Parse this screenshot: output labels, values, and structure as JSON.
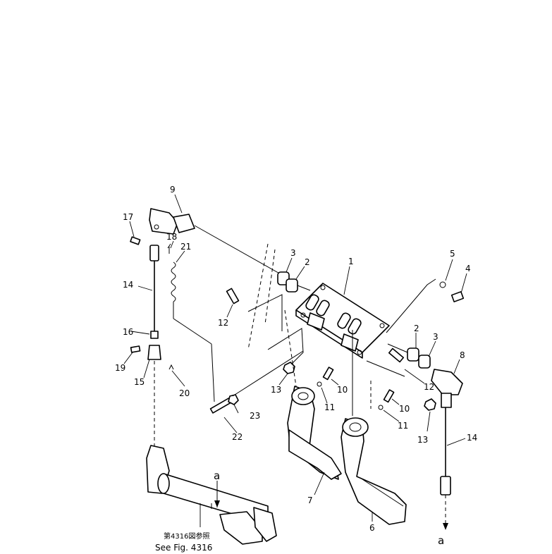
{
  "callouts": {
    "c1": "1",
    "c2a": "2",
    "c2b": "2",
    "c3a": "3",
    "c3b": "3",
    "c4": "4",
    "c5": "5",
    "c6": "6",
    "c7": "7",
    "c8": "8",
    "c9": "9",
    "c10a": "10",
    "c10b": "10",
    "c11a": "11",
    "c11b": "11",
    "c12a": "12",
    "c12b": "12",
    "c13a": "13",
    "c13b": "13",
    "c14a": "14",
    "c14b": "14",
    "c15": "15",
    "c16": "16",
    "c17": "17",
    "c18": "18",
    "c19": "19",
    "c20": "20",
    "c21": "21",
    "c22": "22",
    "c23": "23"
  },
  "markers": {
    "a_left": "a",
    "a_right": "a"
  },
  "reference": {
    "japanese": "第4316図参照",
    "english": "See Fig. 4316"
  }
}
